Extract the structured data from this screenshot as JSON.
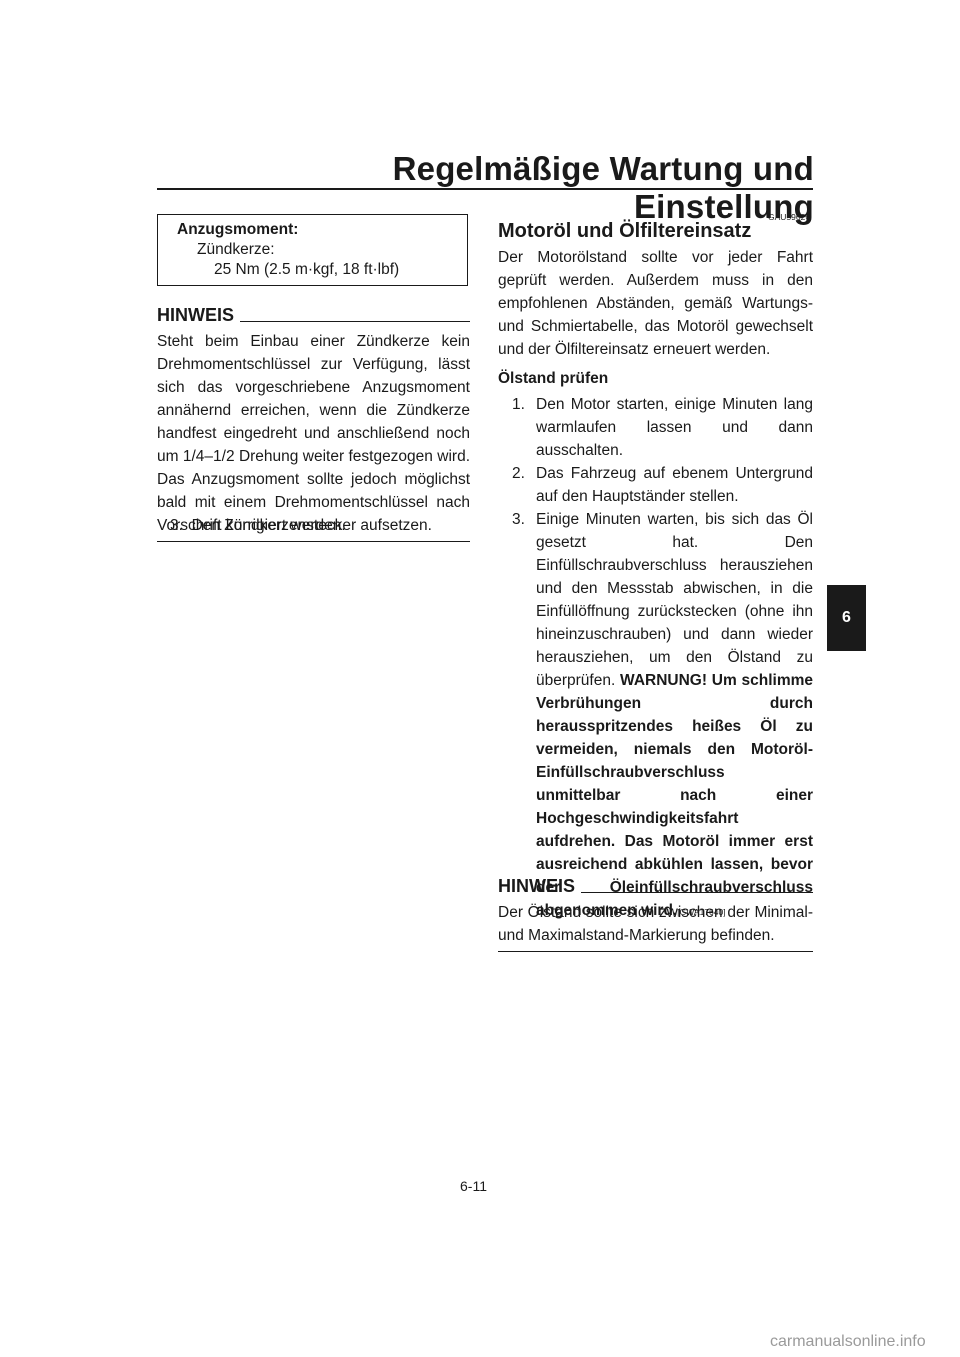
{
  "header": {
    "title": "Regelmäßige Wartung und Einstellung"
  },
  "torque_box": {
    "title": "Anzugsmoment:",
    "item": "Zündkerze:",
    "value": "25 Nm (2.5 m·kgf, 18 ft·lbf)"
  },
  "left_hinweis": {
    "heading": "HINWEIS",
    "text": "Steht beim Einbau einer Zündkerze kein Drehmomentschlüssel zur Verfügung, lässt sich das vorgeschriebene Anzugsmoment annähernd erreichen, wenn die Zündkerze handfest eingedreht und anschließend noch um 1/4–1/2 Drehung weiter festgezogen wird. Das Anzugsmoment sollte jedoch möglichst bald mit einem Drehmomentschlüssel nach Vorschrift korrigiert werden."
  },
  "left_step": {
    "number": "3.",
    "text": "Den Zündkerzenstecker aufsetzen."
  },
  "section": {
    "code": "GAU59626",
    "title": "Motoröl und Ölfiltereinsatz",
    "intro": "Der Motorölstand sollte vor jeder Fahrt geprüft werden. Außerdem muss in den empfohlenen Abständen, gemäß Wartungs- und Schmiertabelle, das Motoröl gewechselt und der Ölfiltereinsatz erneuert werden.",
    "subheading": "Ölstand prüfen",
    "steps": [
      {
        "number": "1.",
        "text": "Den Motor starten, einige Minuten lang warmlaufen lassen und dann ausschalten."
      },
      {
        "number": "2.",
        "text": "Das Fahrzeug auf ebenem Untergrund auf den Hauptständer stellen."
      },
      {
        "number": "3.",
        "text": "Einige Minuten warten, bis sich das Öl gesetzt hat. Den Einfüllschraubverschluss herausziehen und den Messstab abwischen, in die Einfüllöffnung zurückstecken (ohne ihn hineinzuschrauben) und dann wieder herausziehen, um den Ölstand zu überprüfen.",
        "warning": "WARNUNG! Um schlimme Verbrühungen durch herausspritzendes heißes Öl zu vermeiden, niemals den Motoröl-Einfüllschraubverschluss unmittelbar nach einer Hochgeschwindigkeitsfahrt aufdrehen. Das Motoröl immer erst ausreichend abkühlen lassen, bevor der Öleinfüllschraubverschluss abgenommen wird.",
        "warning_code": "[GWA17640]"
      }
    ]
  },
  "right_hinweis": {
    "heading": "HINWEIS",
    "text": "Der Ölstand sollte sich zwischen der Minimal- und Maximalstand-Markierung befinden."
  },
  "chapter_tab": "6",
  "page_number": "6-11",
  "watermark": "carmanualsonline.info"
}
